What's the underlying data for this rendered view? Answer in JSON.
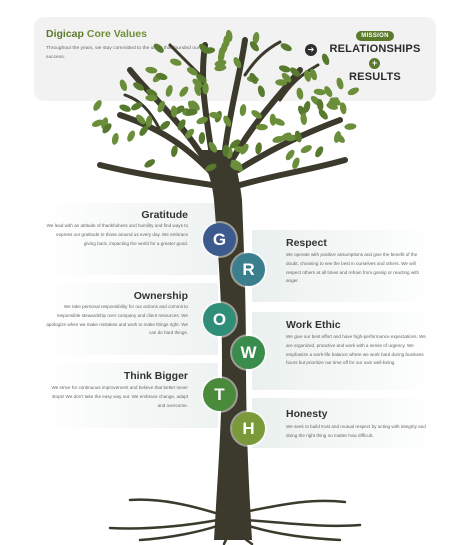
{
  "header": {
    "brand": "Digicap",
    "title_rest": " Core Values",
    "description": "Throughout the years, we stay committed to the ideas that founded our success.",
    "mission_label": "MISSION",
    "mission_line1": "RELATIONSHIPS",
    "mission_plus": "+",
    "mission_line2": "RESULTS"
  },
  "values": [
    {
      "letter": "G",
      "title": "Gratitude",
      "color": "#3c5a8e",
      "description": "We lead with an attitude of thankfulness and humility and find ways to express our gratitude to those around us every day. We embrace giving back, impacting the world for a greater good."
    },
    {
      "letter": "R",
      "title": "Respect",
      "color": "#3b7f8e",
      "description": "We operate with positive assumptions and give the benefit of the doubt, choosing to see the best in ourselves and others. We will respect others at all times and refrain from gossip or reacting with anger."
    },
    {
      "letter": "O",
      "title": "Ownership",
      "color": "#2f8e78",
      "description": "We take personal responsibility for our actions and commit to responsible stewardship over company and client resources. We apologize when we make mistakes and work to make things right. We can do hard things."
    },
    {
      "letter": "W",
      "title": "Work Ethic",
      "color": "#3a8c4c",
      "description": "We give our best effort and have high-performance expectations. We are organized, proactive and work with a sense of urgency. We emphasize a work-life balance where we work hard during business hours but prioritize our time off for our own well-being."
    },
    {
      "letter": "T",
      "title": "Think Bigger",
      "color": "#4a8a3b",
      "description": "We strive for continuous improvement and believe that better never stops! We don't take the easy way out. We embrace change, adapt and overcome."
    },
    {
      "letter": "H",
      "title": "Honesty",
      "color": "#7a9a3a",
      "description": "We seek to build trust and mutual respect by acting with integrity and doing the right thing no matter how difficult."
    }
  ],
  "colors": {
    "trunk": "#3b3a2c",
    "leaf": "#6b8e3a",
    "leaf_dark": "#587a2e",
    "accent": "#5c7a2c"
  }
}
